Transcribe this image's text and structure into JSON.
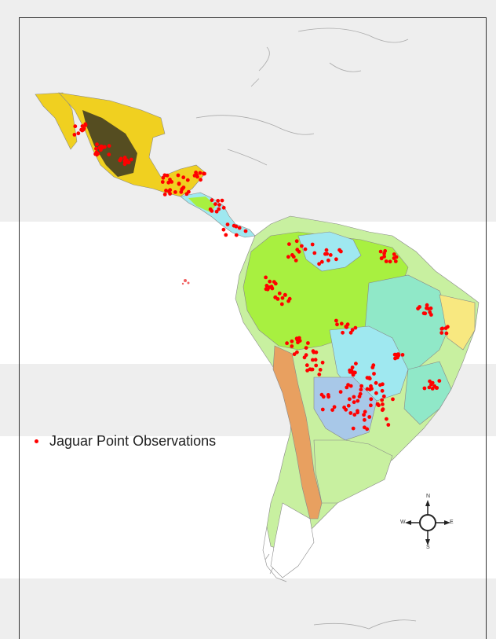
{
  "legend": {
    "label": "Jaguar Point Observations",
    "marker_color": "#ff0000"
  },
  "compass": {
    "north": "N",
    "south": "S",
    "east": "E",
    "west": "W"
  },
  "colors": {
    "mexico_dry": "#f0d020",
    "rainforest": "#a8f040",
    "savanna": "#90e8c8",
    "wetland": "#9fe8f0",
    "chaco_blue": "#a8c8e8",
    "andes": "#e8a060",
    "pampas": "#c8f0a0",
    "northeast": "#f8e880",
    "highlands_black": "#222222",
    "observation": "#ff0000",
    "coastline": "#999999"
  }
}
